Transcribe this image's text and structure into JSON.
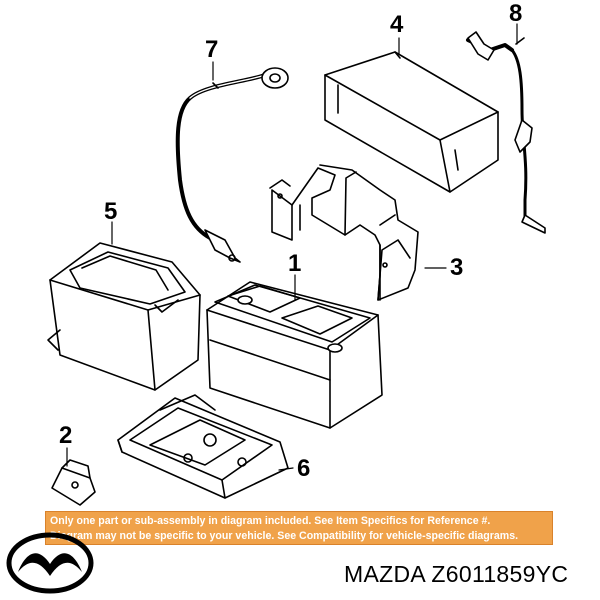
{
  "callouts": {
    "c1": "1",
    "c2": "2",
    "c3": "3",
    "c4": "4",
    "c5": "5",
    "c6": "6",
    "c7": "7",
    "c8": "8"
  },
  "notice": {
    "line1": "Only one part or sub-assembly in diagram included. See Item Specifics for Reference #.",
    "line2": "Diagram may not be specific to your vehicle. See Compatibility for vehicle-specific diagrams.",
    "background": "#f0a24a"
  },
  "footer": {
    "part_number": "MAZDA Z6011859YC",
    "logo_icon": "mazda-logo-icon"
  }
}
